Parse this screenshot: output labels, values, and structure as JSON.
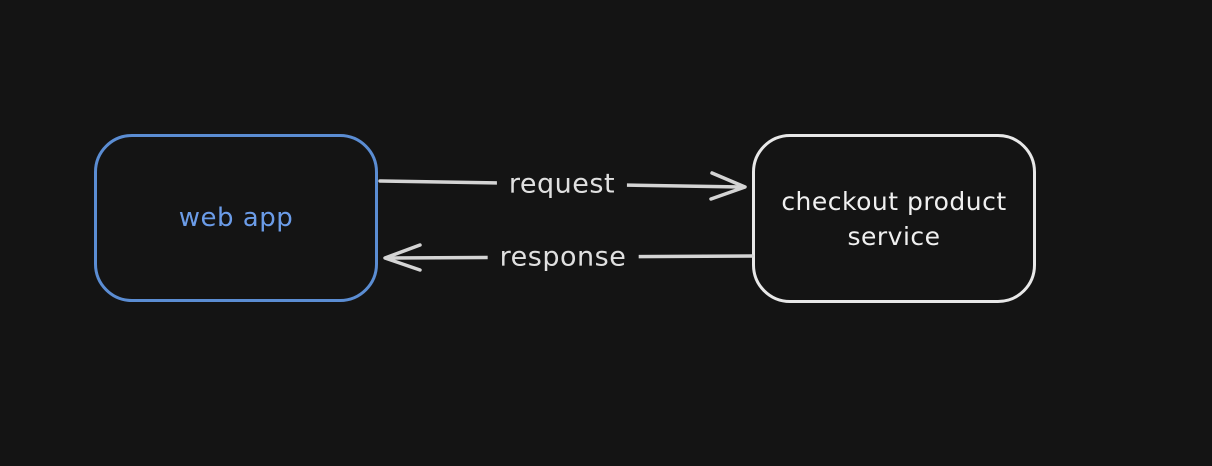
{
  "canvas": {
    "background_color": "#141414"
  },
  "nodes": {
    "web_app": {
      "label": "web app",
      "stroke_color": "#5b8dd3",
      "text_color": "#6b9ce8",
      "shape": "rounded-rectangle"
    },
    "checkout_service": {
      "label": "checkout product service",
      "stroke_color": "#e8e8e8",
      "text_color": "#f0f0f0",
      "shape": "rounded-rectangle"
    }
  },
  "edges": {
    "request": {
      "label": "request",
      "from": "web_app",
      "to": "checkout_service",
      "direction": "left-to-right",
      "color": "#d4d4d4"
    },
    "response": {
      "label": "response",
      "from": "checkout_service",
      "to": "web_app",
      "direction": "right-to-left",
      "color": "#d4d4d4"
    }
  }
}
